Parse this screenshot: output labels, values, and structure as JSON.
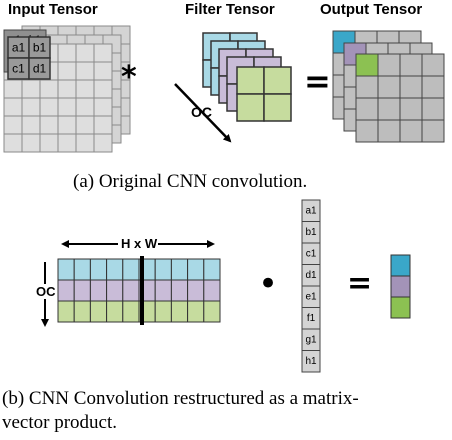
{
  "panel_a": {
    "input_title": "Input Tensor",
    "filter_title": "Filter Tensor",
    "output_title": "Output Tensor",
    "input_labels": [
      "a1",
      "b1",
      "c1",
      "d1"
    ],
    "input_back_labels": [
      "a1",
      "b1",
      "c1"
    ],
    "oc_label": "OC",
    "conv_symbol": "*",
    "equals_symbol": "=",
    "caption": "(a) Original CNN convolution."
  },
  "panel_b": {
    "hw_label": "H x W",
    "oc_label": "OC",
    "dot_symbol": "•",
    "equals_symbol": "=",
    "vector_labels": [
      "a1",
      "b1",
      "c1",
      "d1",
      "e1",
      "f1",
      "g1",
      "h1"
    ],
    "caption_line1": "(b) CNN Convolution restructured as a matrix-",
    "caption_line2": "vector product."
  },
  "colors": {
    "blue": "#a9d9e6",
    "purple": "#c9bcd8",
    "green": "#c6dc9e",
    "grid_gray": "#d4d4d4",
    "input_front": "#9a9a9a",
    "output_gray": "#c0c0c0",
    "out_blue": "#3aa7c9",
    "out_purple": "#a393b8",
    "out_green": "#8cc152"
  }
}
